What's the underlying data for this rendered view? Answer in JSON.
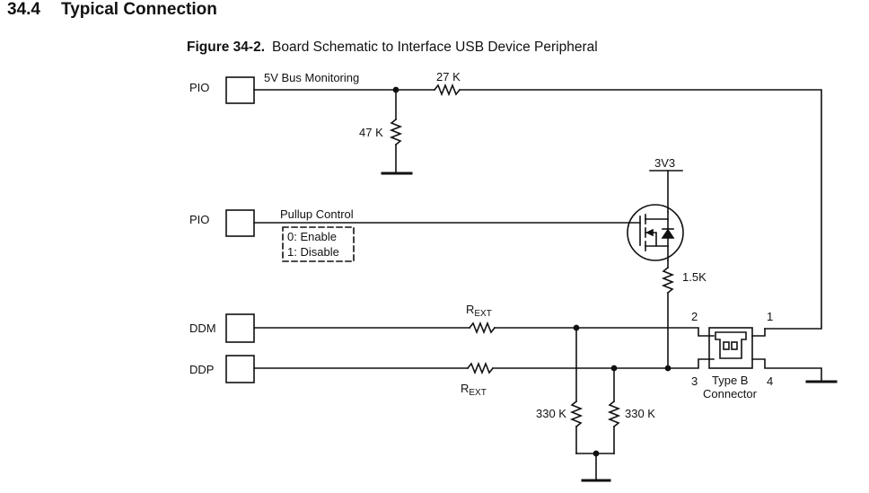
{
  "section": {
    "number": "34.4",
    "title": "Typical Connection"
  },
  "figure": {
    "label": "Figure 34-2.",
    "title": "Board Schematic to Interface USB Device Peripheral"
  },
  "pins": {
    "pio_top": "PIO",
    "pio_mid": "PIO",
    "ddm": "DDM",
    "ddp": "DDP"
  },
  "nets": {
    "bus_monitoring": "5V Bus Monitoring",
    "pullup_control": "Pullup Control",
    "pullup_enable": "0: Enable",
    "pullup_disable": "1: Disable",
    "supply": "3V3"
  },
  "components": {
    "r_27k": "27 K",
    "r_47k": "47 K",
    "r_1_5k": "1.5K",
    "r_330k_left": "330 K",
    "r_330k_right": "330 K",
    "rext_main": "R",
    "rext_sub": "EXT"
  },
  "connector": {
    "name_line1": "Type B",
    "name_line2": "Connector",
    "pin1": "1",
    "pin2": "2",
    "pin3": "3",
    "pin4": "4"
  }
}
